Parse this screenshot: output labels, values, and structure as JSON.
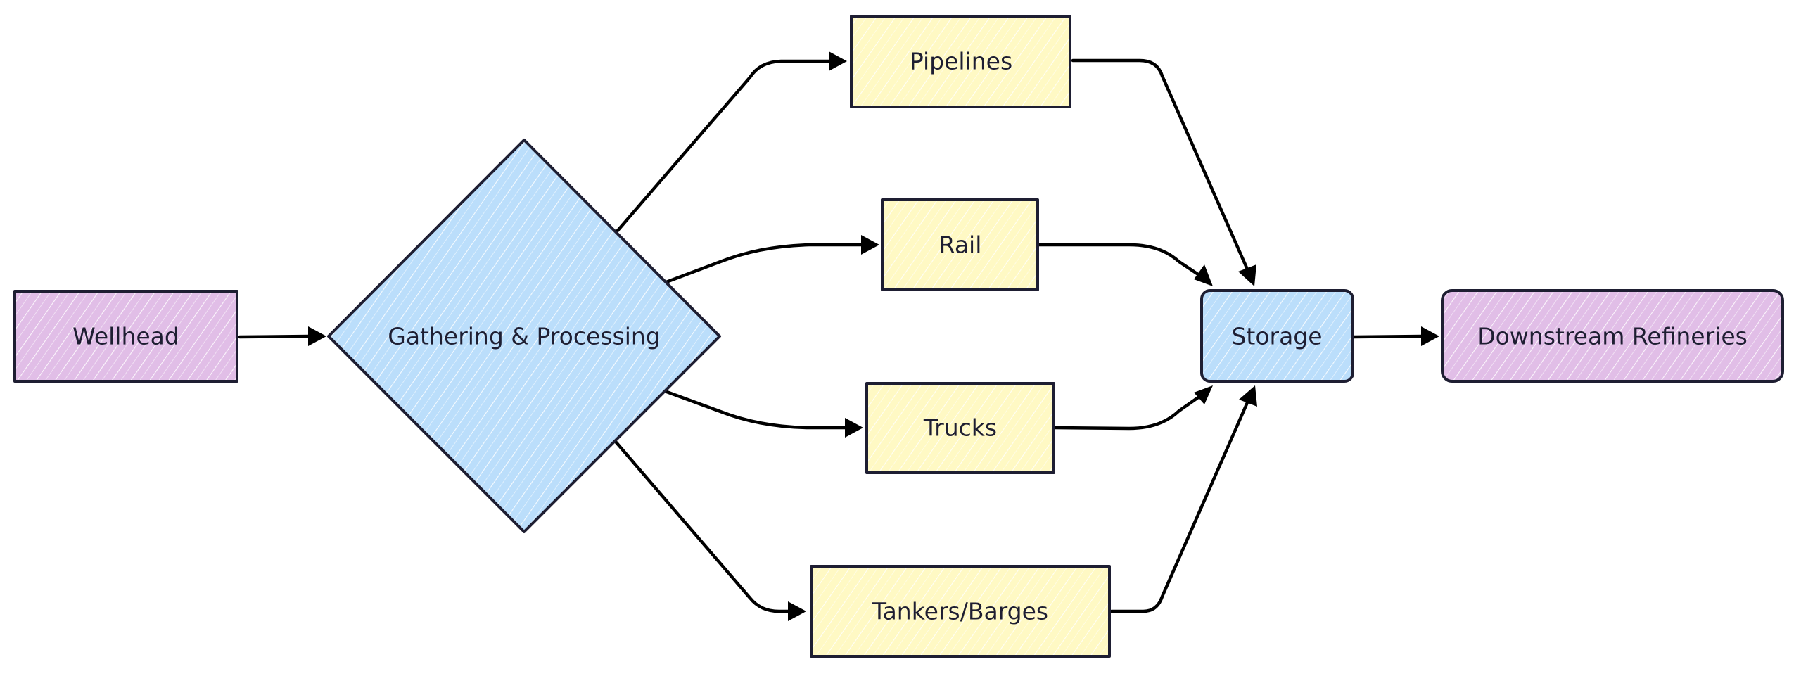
{
  "diagram": {
    "type": "flowchart",
    "colors": {
      "stroke": "#1e1e32",
      "edge": "#000000",
      "purple_fill": "#e1bee7",
      "blue_fill": "#bbdefb",
      "yellow_fill": "#fff9c4",
      "hatch": "#ffffff"
    },
    "nodes": [
      {
        "id": "wellhead",
        "label": "Wellhead",
        "shape": "rectangle",
        "fill": "purple"
      },
      {
        "id": "gathering",
        "label": "Gathering & Processing",
        "shape": "diamond",
        "fill": "blue"
      },
      {
        "id": "pipelines",
        "label": "Pipelines",
        "shape": "rectangle",
        "fill": "yellow"
      },
      {
        "id": "rail",
        "label": "Rail",
        "shape": "rectangle",
        "fill": "yellow"
      },
      {
        "id": "trucks",
        "label": "Trucks",
        "shape": "rectangle",
        "fill": "yellow"
      },
      {
        "id": "tankers",
        "label": "Tankers/Barges",
        "shape": "rectangle",
        "fill": "yellow"
      },
      {
        "id": "storage",
        "label": "Storage",
        "shape": "rounded-rectangle",
        "fill": "blue"
      },
      {
        "id": "refineries",
        "label": "Downstream Refineries",
        "shape": "rounded-rectangle",
        "fill": "purple"
      }
    ],
    "edges": [
      {
        "from": "wellhead",
        "to": "gathering"
      },
      {
        "from": "gathering",
        "to": "pipelines"
      },
      {
        "from": "gathering",
        "to": "rail"
      },
      {
        "from": "gathering",
        "to": "trucks"
      },
      {
        "from": "gathering",
        "to": "tankers"
      },
      {
        "from": "pipelines",
        "to": "storage"
      },
      {
        "from": "rail",
        "to": "storage"
      },
      {
        "from": "trucks",
        "to": "storage"
      },
      {
        "from": "tankers",
        "to": "storage"
      },
      {
        "from": "storage",
        "to": "refineries"
      }
    ]
  }
}
